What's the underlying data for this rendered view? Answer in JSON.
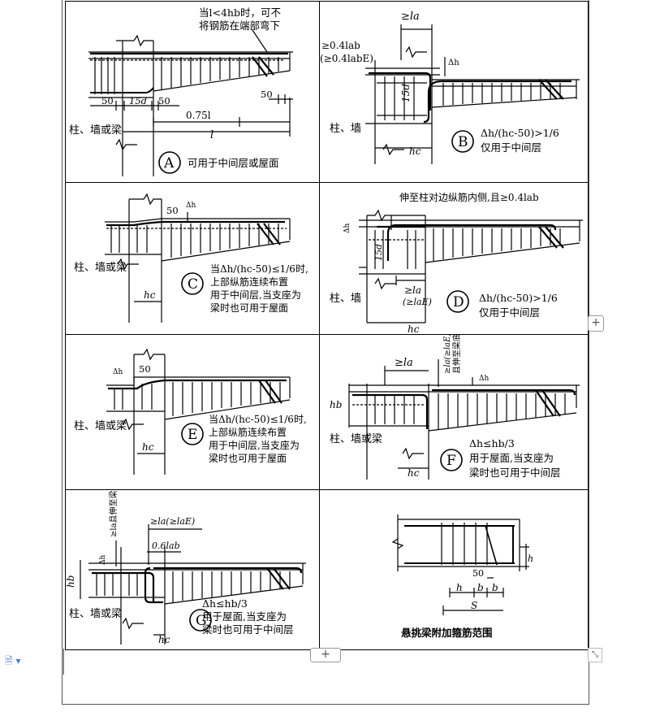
{
  "panels": {
    "a": {
      "note_line1": "当l<4hb时，可不",
      "note_line2": "将钢筋在端部弯下",
      "dim_50_left": "50",
      "dim_15d": "15d",
      "dim_50_mid": "50",
      "dim_50_right": "50",
      "dim_075l": "0.75l",
      "dim_l": "l",
      "support_label": "柱、墙或梁",
      "letter": "A",
      "desc": "可用于中间层或屋面"
    },
    "b": {
      "dim_la": "≥la",
      "dim_04lab": "≥0.4lab",
      "dim_04labe": "(≥0.4labE)",
      "dim_15d": "15d",
      "delta_h": "Δh",
      "support_label": "柱、墙",
      "dim_hc": "hc",
      "letter": "B",
      "condition": "Δh/(hc-50)>1/6",
      "desc": "仅用于中间层"
    },
    "c": {
      "dim_50": "50",
      "delta_h": "Δh",
      "support_label": "柱、墙或梁",
      "dim_hc": "hc",
      "letter": "C",
      "condition": "当Δh/(hc-50)≤1/6时,",
      "desc_line1": "上部纵筋连续布置",
      "desc_line2": "用于中间层,当支座为",
      "desc_line3": "梁时也可用于屋面"
    },
    "d": {
      "top_note": "伸至柱对边纵筋内侧,且≥0.4lab",
      "delta_h": "Δh",
      "dim_15d": "15d",
      "dim_la": "≥la",
      "dim_lae": "(≥laE)",
      "support_label": "柱、墙",
      "dim_hc": "hc",
      "letter": "D",
      "condition": "Δh/(hc-50)>1/6",
      "desc": "仅用于中间层"
    },
    "e": {
      "delta_h": "Δh",
      "dim_50": "50",
      "support_label": "柱、墙或梁",
      "dim_hc": "hc",
      "letter": "E",
      "condition": "当Δh/(hc-50)≤1/6时,",
      "desc_line1": "上部纵筋连续布置",
      "desc_line2": "用于中间层,当支座为",
      "desc_line3": "梁时也可用于屋面"
    },
    "f": {
      "dim_la": "≥la",
      "side_note1": "≥la(≥laE)",
      "side_note2": "且伸至梁底",
      "delta_h": "Δh",
      "dim_hb": "hb",
      "support_label": "柱、墙或梁",
      "dim_hc": "hc",
      "letter": "F",
      "condition": "Δh≤hb/3",
      "desc_line1": "用于屋面,当支座为",
      "desc_line2": "梁时也可用于中间层"
    },
    "g": {
      "side_note1": "≥la且伸至梁底",
      "delta_h": "Δh",
      "dim_la": "≥la(≥laE)",
      "dim_06lab": "0.6lab",
      "dim_hb": "hb",
      "support_label": "柱、墙或梁",
      "dim_hc": "hc",
      "letter": "G",
      "condition": "Δh≤hb/3",
      "desc_line1": "用于屋面,当支座为",
      "desc_line2": "梁时也可用于中间层"
    },
    "h": {
      "dim_h": "h",
      "dim_50": "50",
      "dim_h1": "h",
      "dim_b1": "b",
      "dim_b2": "b",
      "dim_s": "S",
      "caption": "悬挑梁附加箍筋范围"
    }
  },
  "controls": {
    "add_col": "+",
    "add_row": "+",
    "resize": "⤡"
  }
}
